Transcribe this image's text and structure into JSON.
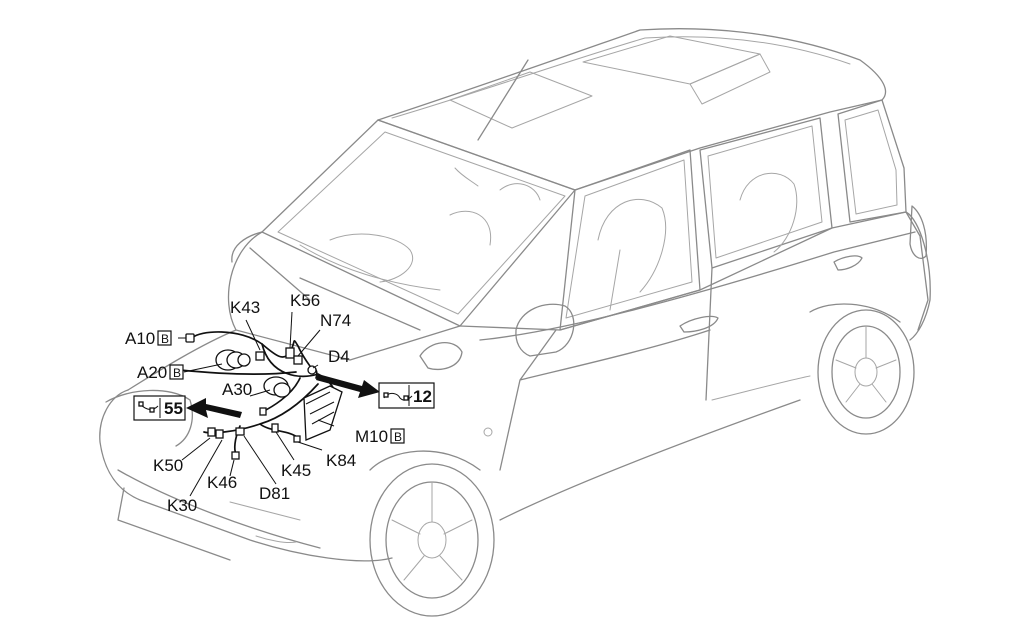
{
  "labels": {
    "a10": "A10",
    "a20": "A20",
    "a30": "A30",
    "k43": "K43",
    "k56": "K56",
    "n74": "N74",
    "d4": "D4",
    "m10": "M10",
    "k84": "K84",
    "k45": "K45",
    "d81": "D81",
    "k46": "K46",
    "k30": "K30",
    "k50": "K50"
  },
  "badges": {
    "a10": "B",
    "a20": "B",
    "m10": "B"
  },
  "references": {
    "right": "12",
    "left": "55"
  },
  "colors": {
    "car_outline": "#8a8a8a",
    "wiring": "#111111",
    "arrow": "#111111"
  }
}
